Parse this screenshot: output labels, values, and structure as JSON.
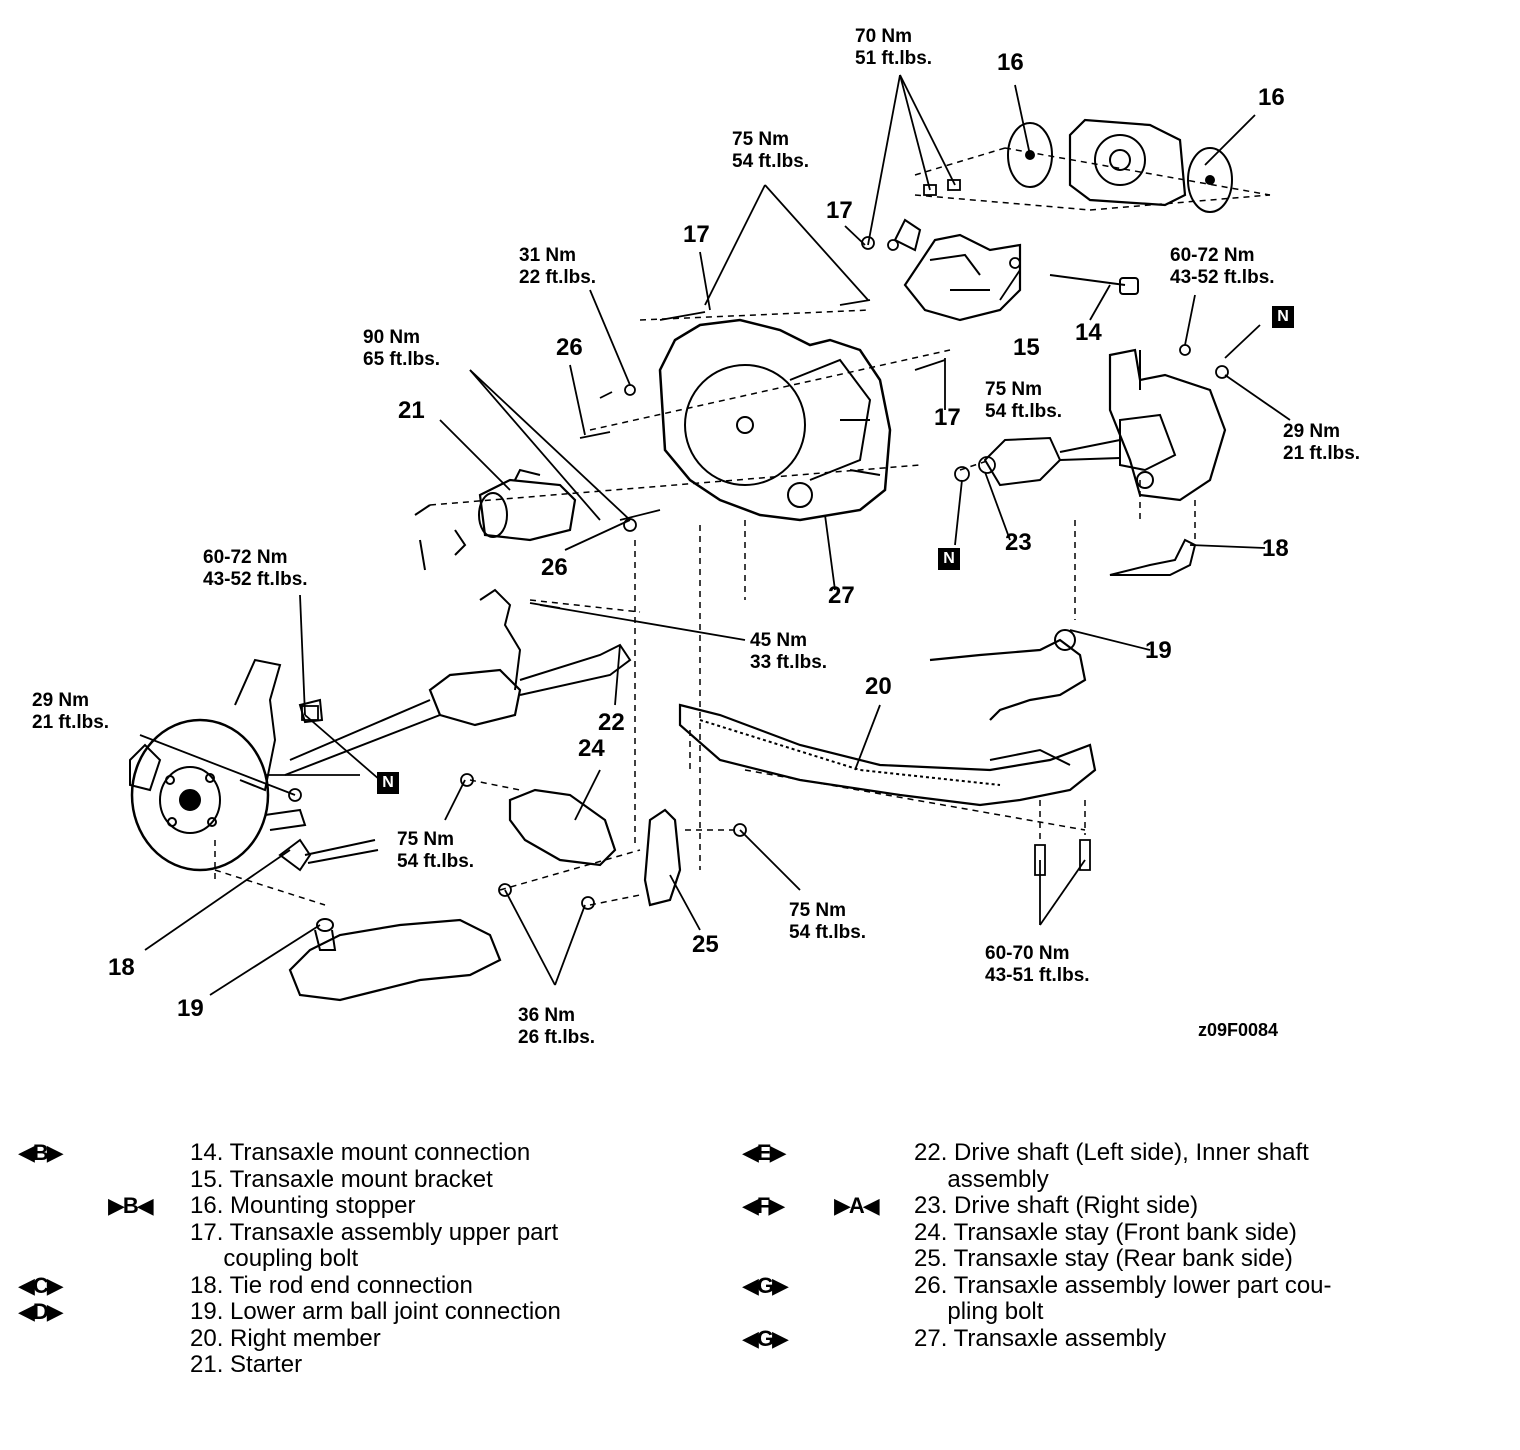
{
  "torque_labels": {
    "t70": [
      "70 Nm",
      "51 ft.lbs."
    ],
    "t75_top": [
      "75 Nm",
      "54 ft.lbs."
    ],
    "t31": [
      "31 Nm",
      "22 ft.lbs."
    ],
    "t90": [
      "90 Nm",
      "65 ft.lbs."
    ],
    "t60_right": [
      "60-72 Nm",
      "43-52 ft.lbs."
    ],
    "t75_right": [
      "75 Nm",
      "54 ft.lbs."
    ],
    "t29_right": [
      "29 Nm",
      "21 ft.lbs."
    ],
    "t60_left": [
      "60-72 Nm",
      "43-52 ft.lbs."
    ],
    "t45": [
      "45 Nm",
      "33 ft.lbs."
    ],
    "t29_left": [
      "29 Nm",
      "21 ft.lbs."
    ],
    "t75_stay": [
      "75 Nm",
      "54 ft.lbs."
    ],
    "t75_bottom": [
      "75 Nm",
      "54 ft.lbs."
    ],
    "t60_70": [
      "60-70 Nm",
      "43-51 ft.lbs."
    ],
    "t36": [
      "36 Nm",
      "26 ft.lbs."
    ]
  },
  "callouts": {
    "n16a": "16",
    "n16b": "16",
    "n17a": "17",
    "n17b": "17",
    "n17c": "17",
    "n26a": "26",
    "n26b": "26",
    "n21": "21",
    "n15": "15",
    "n14": "14",
    "n23": "23",
    "n27": "27",
    "n18a": "18",
    "n18b": "18",
    "n19a": "19",
    "n19b": "19",
    "n22": "22",
    "n24": "24",
    "n20": "20",
    "n25": "25"
  },
  "n_marker": "N",
  "figure_code": "z09F0084",
  "legend_left": [
    {
      "badge": "◀B▶",
      "badge2": "",
      "text": "14. Transaxle mount connection"
    },
    {
      "badge": "",
      "badge2": "",
      "text": "15. Transaxle mount bracket"
    },
    {
      "badge": "",
      "badge2": "▶B◀",
      "text": "16. Mounting stopper"
    },
    {
      "badge": "",
      "badge2": "",
      "text": "17. Transaxle assembly upper part"
    },
    {
      "badge": "",
      "badge2": "",
      "text": "     coupling bolt"
    },
    {
      "badge": "◀C▶",
      "badge2": "",
      "text": "18. Tie rod end connection"
    },
    {
      "badge": "◀D▶",
      "badge2": "",
      "text": "19. Lower arm ball joint connection"
    },
    {
      "badge": "",
      "badge2": "",
      "text": "20. Right member"
    },
    {
      "badge": "",
      "badge2": "",
      "text": "21. Starter"
    }
  ],
  "legend_right": [
    {
      "badge": "◀E▶",
      "badge2": "",
      "text": "22. Drive shaft (Left side), Inner shaft"
    },
    {
      "badge": "",
      "badge2": "",
      "text": "     assembly"
    },
    {
      "badge": "◀F▶",
      "badge2": "▶A◀",
      "text": "23. Drive shaft (Right side)"
    },
    {
      "badge": "",
      "badge2": "",
      "text": "24. Transaxle stay (Front bank side)"
    },
    {
      "badge": "",
      "badge2": "",
      "text": "25. Transaxle stay (Rear bank side)"
    },
    {
      "badge": "◀G▶",
      "badge2": "",
      "text": "26. Transaxle assembly lower part cou-"
    },
    {
      "badge": "",
      "badge2": "",
      "text": "     pling bolt"
    },
    {
      "badge": "◀G▶",
      "badge2": "",
      "text": "27. Transaxle assembly"
    }
  ]
}
